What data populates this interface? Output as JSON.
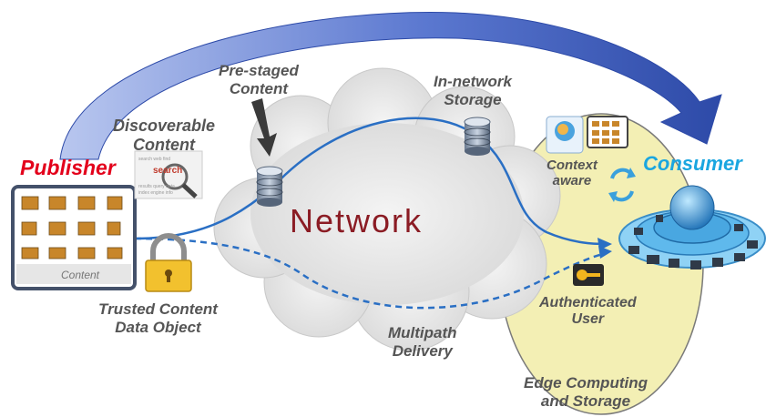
{
  "labels": {
    "publisher": "Publisher",
    "consumer": "Consumer",
    "network": "Network",
    "discoverable": [
      "Discoverable",
      "Content"
    ],
    "prestaged": [
      "Pre-staged",
      "Content"
    ],
    "innetwork": [
      "In-network",
      "Storage"
    ],
    "context": [
      "Context",
      "aware"
    ],
    "trusted": [
      "Trusted Content",
      "Data Object"
    ],
    "multipath": [
      "Multipath",
      "Delivery"
    ],
    "authenticated": [
      "Authenticated",
      "User"
    ],
    "edge": [
      "Edge Computing",
      "and Storage"
    ],
    "content_caption": "Content",
    "search_word": "search"
  },
  "colors": {
    "publisher": "#e3001b",
    "consumer": "#1aa6e0",
    "network_text": "#8b1c24",
    "arrow": "#3f5fb8",
    "path_line": "#2a6fc4",
    "edge_ellipse": "#f3efb4"
  },
  "icons": {
    "storage": "database-icon",
    "lock": "padlock-icon",
    "key": "key-icon",
    "sync": "refresh-icon",
    "globe": "globe-icon"
  }
}
